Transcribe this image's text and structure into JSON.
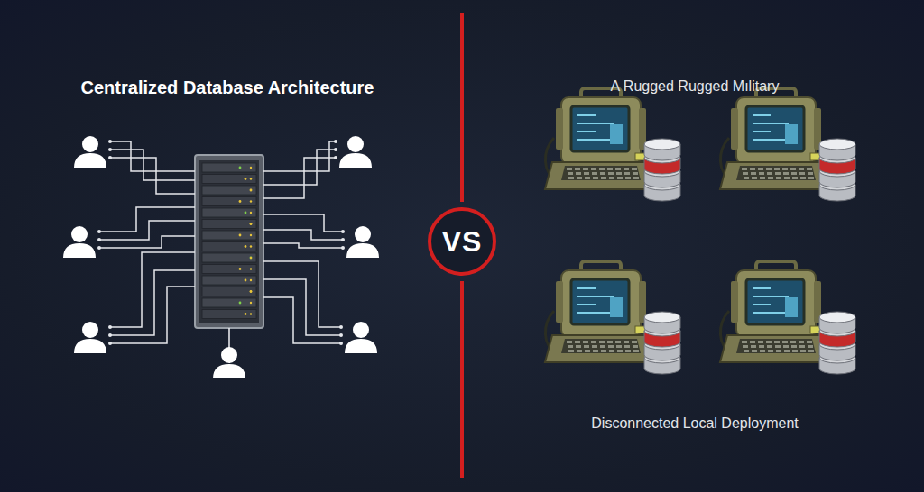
{
  "diagram": {
    "nodes": [
      {
        "text": [
          "VS"
        ]
      }
    ],
    "labels": [
      "Centralized Database Architecture",
      "A Rugged Rugged Mılitary",
      "Disconnected Local Deployment"
    ]
  }
}
